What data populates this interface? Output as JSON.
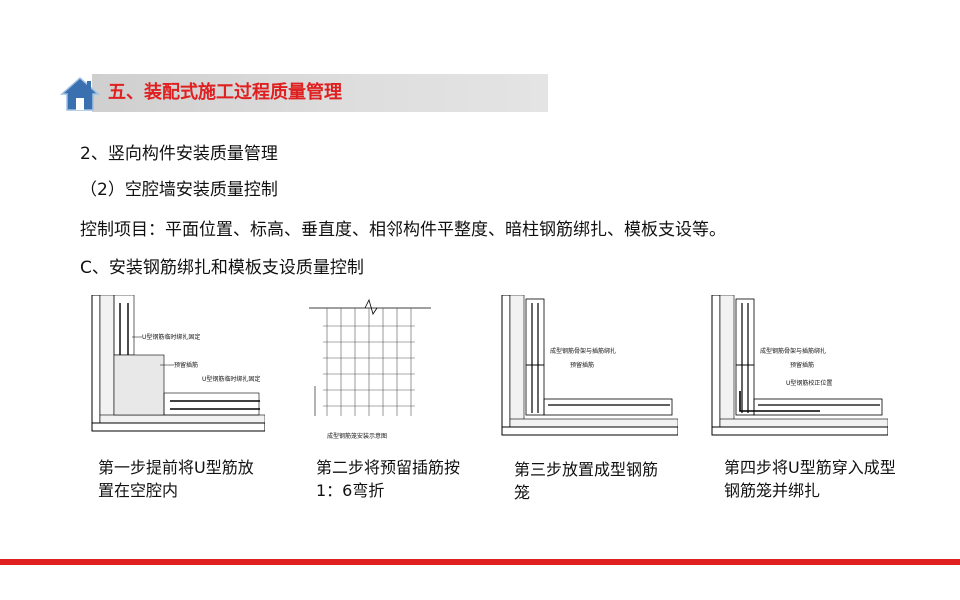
{
  "header": {
    "title": "五、装配式施工过程质量管理"
  },
  "body": {
    "line1": "2、竖向构件安装质量管理",
    "line2": "（2）空腔墙安装质量控制",
    "line3": "控制项目：平面位置、标高、垂直度、相邻构件平整度、暗柱钢筋绑扎、模板支设等。",
    "line4": "C、安装钢筋绑扎和模板支设质量控制"
  },
  "diagrams": [
    {
      "labels": [
        "U型钢筋临时绑扎固定",
        "预留插筋",
        "U型钢筋临时绑扎固定"
      ],
      "caption": "第一步提前将U型筋放置在空腔内"
    },
    {
      "labels": [
        "成型钢筋笼安装示意图"
      ],
      "caption": "第二步将预留插筋按1：6弯折"
    },
    {
      "labels": [
        "成型钢筋骨架与插筋绑扎",
        "预留插筋"
      ],
      "caption": "第三步放置成型钢筋笼"
    },
    {
      "labels": [
        "成型钢筋骨架与插筋绑扎",
        "预留插筋",
        "U型钢筋校正位置"
      ],
      "caption": "第四步将U型筋穿入成型钢筋笼并绑扎"
    }
  ],
  "colors": {
    "accent": "#e02020",
    "header_bg": "#d9d9d9"
  },
  "icons": {
    "header": "home-icon"
  }
}
